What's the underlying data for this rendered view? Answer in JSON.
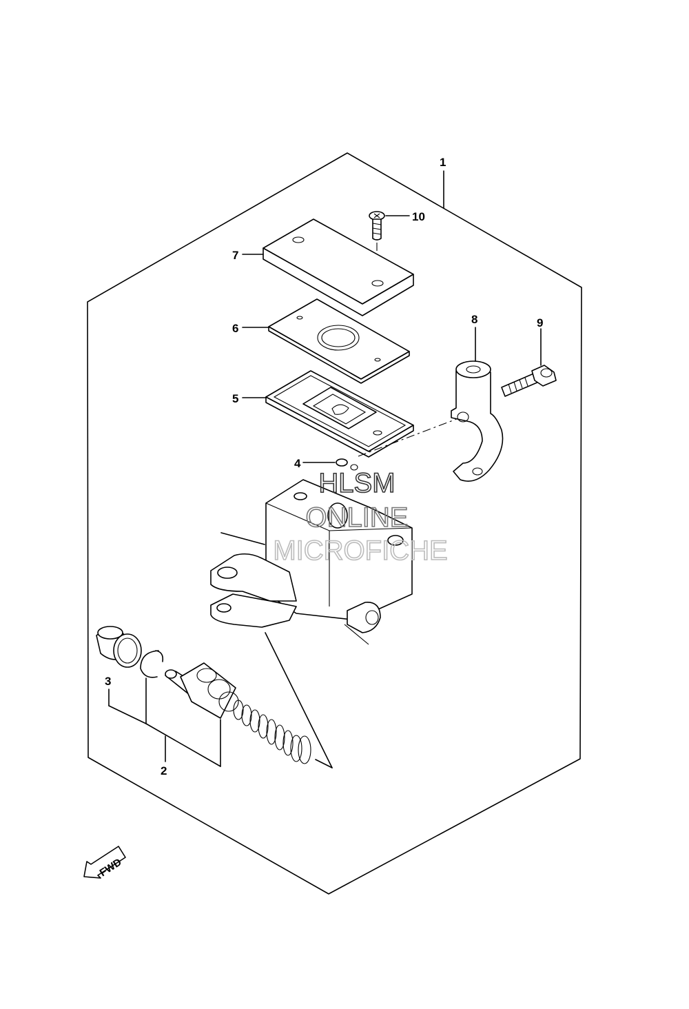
{
  "callouts": [
    "1",
    "2",
    "3",
    "4",
    "5",
    "6",
    "7",
    "8",
    "9",
    "10"
  ],
  "watermark": {
    "line1": "HLSM",
    "line2": "ONLINE",
    "line3": "MICROFICHE"
  },
  "direction_arrow": {
    "text": "FWD"
  }
}
